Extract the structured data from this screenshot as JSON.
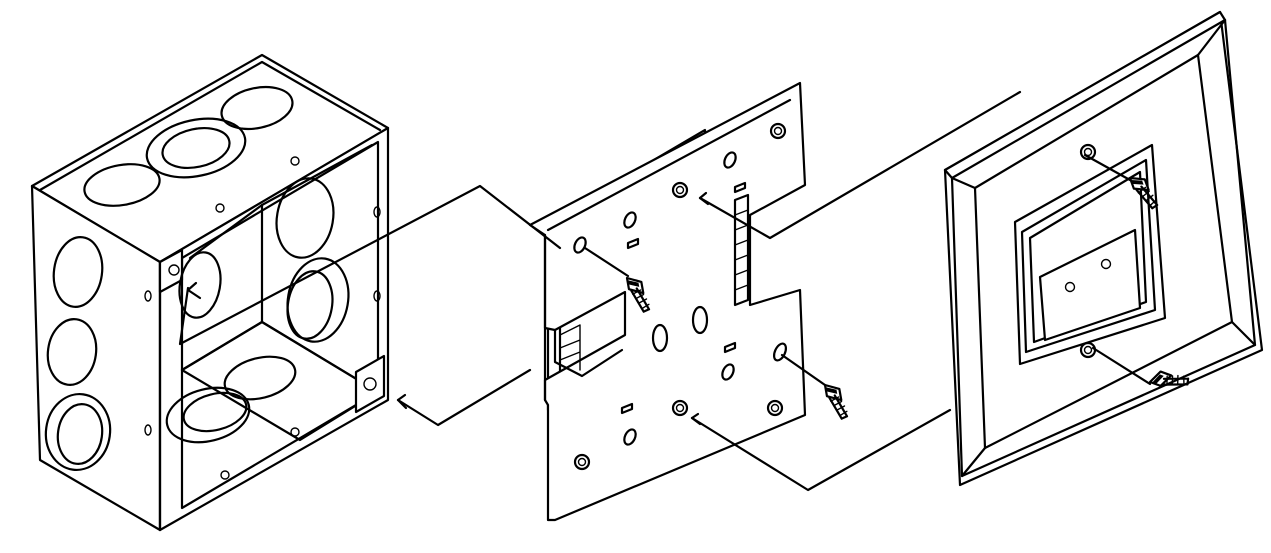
{
  "diagram": {
    "parts": [
      {
        "name": "square-electrical-box",
        "icon": "junction-box-icon"
      },
      {
        "name": "mounting-plate",
        "icon": "mounting-plate-icon"
      },
      {
        "name": "wall-plate-device",
        "icon": "wall-plate-icon"
      }
    ],
    "screws": [
      {
        "name": "plate-screw-upper"
      },
      {
        "name": "plate-screw-lower"
      },
      {
        "name": "cover-screw-upper"
      },
      {
        "name": "cover-screw-lower"
      }
    ],
    "colors": {
      "line": "#000000",
      "fill": "#ffffff"
    }
  }
}
